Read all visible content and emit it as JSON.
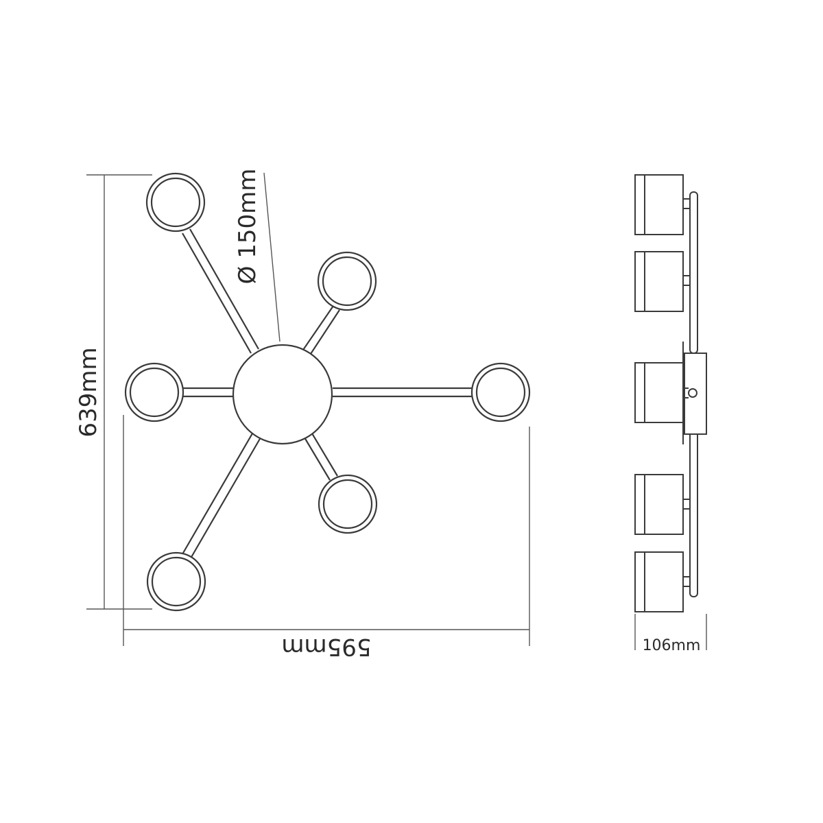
{
  "diagram": {
    "dimensions": {
      "height": "639mm",
      "width": "595mm",
      "shade_diameter": "Ø 150mm",
      "depth": "106mm"
    },
    "colors": {
      "line": "#3a3a3a",
      "dim_line": "#555555",
      "fill": "#ffffff"
    }
  }
}
